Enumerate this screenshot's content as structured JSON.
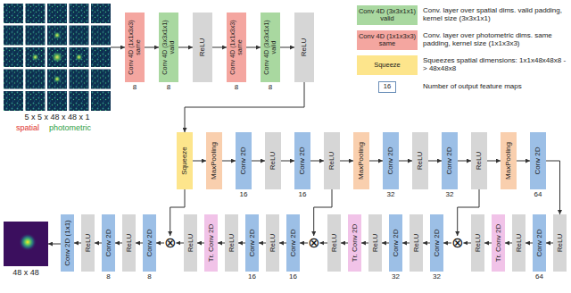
{
  "diagram": {
    "nodes": [
      {
        "text": [
          "5 x 5 x 48 x 48 x 1"
        ]
      },
      {
        "text": [
          "Conv 4D (1x1x3x3) same",
          "8"
        ]
      },
      {
        "text": [
          "Conv 4D (3x3x1x1) valid",
          "8"
        ]
      },
      {
        "text": [
          "ReLU"
        ]
      },
      {
        "text": [
          "Conv 4D (1x1x3x3) same",
          "8"
        ]
      },
      {
        "text": [
          "Conv 4D (3x3x1x1) valid",
          "8"
        ]
      },
      {
        "text": [
          "ReLU"
        ]
      },
      {
        "text": [
          "Squeeze"
        ]
      },
      {
        "text": [
          "MaxPooling"
        ]
      },
      {
        "text": [
          "Conv 2D",
          "16"
        ]
      },
      {
        "text": [
          "ReLU"
        ]
      },
      {
        "text": [
          "Conv 2D",
          "16"
        ]
      },
      {
        "text": [
          "ReLU"
        ]
      },
      {
        "text": [
          "MaxPooling"
        ]
      },
      {
        "text": [
          "Conv 2D",
          "32"
        ]
      },
      {
        "text": [
          "ReLU"
        ]
      },
      {
        "text": [
          "Conv 2D",
          "32"
        ]
      },
      {
        "text": [
          "ReLU"
        ]
      },
      {
        "text": [
          "MaxPooling"
        ]
      },
      {
        "text": [
          "Conv 2D",
          "64"
        ]
      },
      {
        "text": [
          "48 x 48"
        ]
      },
      {
        "text": [
          "Conv 2D (1x1)"
        ]
      },
      {
        "text": [
          "ReLU"
        ]
      },
      {
        "text": [
          "Conv 2D",
          "8"
        ]
      },
      {
        "text": [
          "ReLU"
        ]
      },
      {
        "text": [
          "Conv 2D",
          "8"
        ]
      },
      {
        "text": [
          "⊗"
        ]
      },
      {
        "text": [
          "ReLU"
        ]
      },
      {
        "text": [
          "Tr. Conv 2D"
        ]
      },
      {
        "text": [
          "ReLU"
        ]
      },
      {
        "text": [
          "Conv 2D",
          "16"
        ]
      },
      {
        "text": [
          "ReLU"
        ]
      },
      {
        "text": [
          "Conv 2D",
          "16"
        ]
      },
      {
        "text": [
          "⊗"
        ]
      },
      {
        "text": [
          "ReLU"
        ]
      },
      {
        "text": [
          "Tr. Conv 2D"
        ]
      },
      {
        "text": [
          "ReLU"
        ]
      },
      {
        "text": [
          "Conv 2D",
          "32"
        ]
      },
      {
        "text": [
          "ReLU"
        ]
      },
      {
        "text": [
          "Conv 2D",
          "32"
        ]
      },
      {
        "text": [
          "⊗"
        ]
      },
      {
        "text": [
          "ReLU"
        ]
      },
      {
        "text": [
          "Tr. Conv 2D"
        ]
      },
      {
        "text": [
          "ReLU"
        ]
      },
      {
        "text": [
          "Conv 2D",
          "64"
        ]
      },
      {
        "text": [
          "ReLU"
        ]
      }
    ],
    "edges": [
      {
        "from": 0,
        "to": 1,
        "arrow": "to"
      },
      {
        "from": 1,
        "to": 2,
        "arrow": "to"
      },
      {
        "from": 2,
        "to": 3,
        "arrow": "to"
      },
      {
        "from": 3,
        "to": 4,
        "arrow": "to"
      },
      {
        "from": 4,
        "to": 5,
        "arrow": "to"
      },
      {
        "from": 5,
        "to": 6,
        "arrow": "to"
      },
      {
        "from": 6,
        "to": 7,
        "arrow": "to"
      },
      {
        "from": 7,
        "to": 8,
        "arrow": "to"
      },
      {
        "from": 8,
        "to": 9,
        "arrow": "to"
      },
      {
        "from": 9,
        "to": 10,
        "arrow": "to"
      },
      {
        "from": 10,
        "to": 11,
        "arrow": "to"
      },
      {
        "from": 11,
        "to": 12,
        "arrow": "to"
      },
      {
        "from": 12,
        "to": 13,
        "arrow": "to"
      },
      {
        "from": 13,
        "to": 14,
        "arrow": "to"
      },
      {
        "from": 14,
        "to": 15,
        "arrow": "to"
      },
      {
        "from": 15,
        "to": 16,
        "arrow": "to"
      },
      {
        "from": 16,
        "to": 17,
        "arrow": "to"
      },
      {
        "from": 17,
        "to": 18,
        "arrow": "to"
      },
      {
        "from": 18,
        "to": 19,
        "arrow": "to"
      },
      {
        "from": 19,
        "to": 45,
        "arrow": "to"
      },
      {
        "from": 45,
        "to": 44,
        "arrow": "to"
      },
      {
        "from": 44,
        "to": 43,
        "arrow": "to"
      },
      {
        "from": 43,
        "to": 42,
        "arrow": "to"
      },
      {
        "from": 42,
        "to": 41,
        "arrow": "to"
      },
      {
        "from": 41,
        "to": 40,
        "arrow": "to"
      },
      {
        "from": 40,
        "to": 39,
        "arrow": "to"
      },
      {
        "from": 39,
        "to": 38,
        "arrow": "to"
      },
      {
        "from": 38,
        "to": 37,
        "arrow": "to"
      },
      {
        "from": 37,
        "to": 36,
        "arrow": "to"
      },
      {
        "from": 36,
        "to": 35,
        "arrow": "to"
      },
      {
        "from": 35,
        "to": 34,
        "arrow": "to"
      },
      {
        "from": 34,
        "to": 33,
        "arrow": "to"
      },
      {
        "from": 33,
        "to": 32,
        "arrow": "to"
      },
      {
        "from": 32,
        "to": 31,
        "arrow": "to"
      },
      {
        "from": 31,
        "to": 30,
        "arrow": "to"
      },
      {
        "from": 30,
        "to": 29,
        "arrow": "to"
      },
      {
        "from": 29,
        "to": 28,
        "arrow": "to"
      },
      {
        "from": 28,
        "to": 27,
        "arrow": "to"
      },
      {
        "from": 27,
        "to": 26,
        "arrow": "to"
      },
      {
        "from": 26,
        "to": 25,
        "arrow": "to"
      },
      {
        "from": 25,
        "to": 24,
        "arrow": "to"
      },
      {
        "from": 24,
        "to": 23,
        "arrow": "to"
      },
      {
        "from": 23,
        "to": 22,
        "arrow": "to"
      },
      {
        "from": 22,
        "to": 21,
        "arrow": "to"
      },
      {
        "from": 21,
        "to": 20,
        "arrow": "to"
      },
      {
        "from": 7,
        "to": 26,
        "arrow": "to"
      },
      {
        "from": 12,
        "to": 33,
        "arrow": "to"
      },
      {
        "from": 17,
        "to": 40,
        "arrow": "to"
      }
    ],
    "labels": [
      "spatial",
      "photometric",
      "Conv 4D (3x3x1x1) valid",
      "Conv 4D (1x1x3x3) same",
      "Squeeze",
      "16"
    ],
    "legend": [
      {
        "text": "Conv. layer over spatial dims. valid padding, kernel size (3x3x1x1)",
        "color": "#a9d8a0"
      },
      {
        "text": "Conv. layer over photometric dims. same padding, kernel size (1x1x3x3)",
        "color": "#f4a6a0"
      },
      {
        "text": "Squeezes spatial dimensions: 1x1x48x48x8 -> 48x48x8",
        "color": "#fde58c"
      },
      {
        "text": "Number of output feature maps"
      }
    ]
  }
}
